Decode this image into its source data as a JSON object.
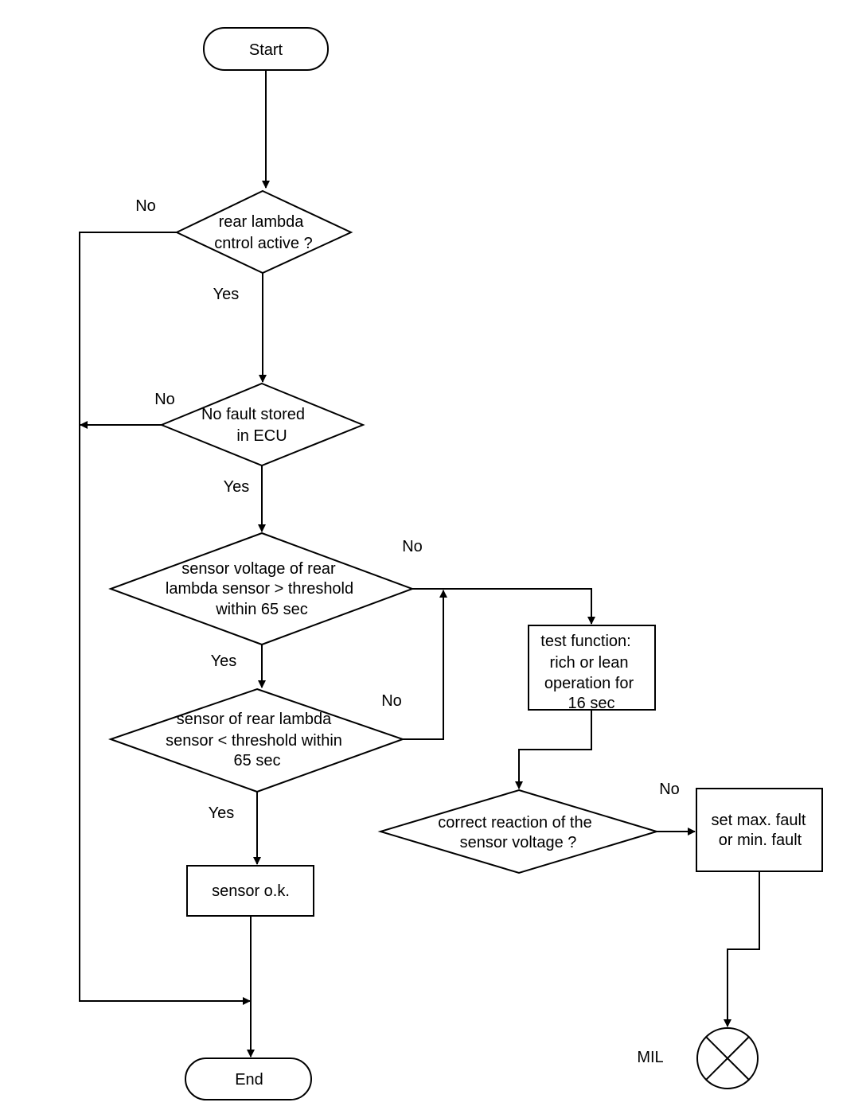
{
  "nodes": {
    "start": "Start",
    "d1": [
      "rear lambda",
      "cntrol active ?"
    ],
    "d2": [
      "No fault stored",
      "in ECU"
    ],
    "d3": [
      "sensor voltage of rear",
      "lambda sensor > threshold",
      "within 65 sec"
    ],
    "d4": [
      "sensor of rear lambda",
      "sensor < threshold within",
      "65 sec"
    ],
    "ok": "sensor o.k.",
    "test": [
      "test function:",
      "rich or lean",
      "operation for",
      "16 sec"
    ],
    "d5": [
      "correct reaction  of the",
      "sensor voltage ?"
    ],
    "fault": [
      "set max. fault",
      "or min. fault"
    ],
    "end": "End",
    "mil": "MIL"
  },
  "labels": {
    "no": "No",
    "yes": "Yes"
  }
}
